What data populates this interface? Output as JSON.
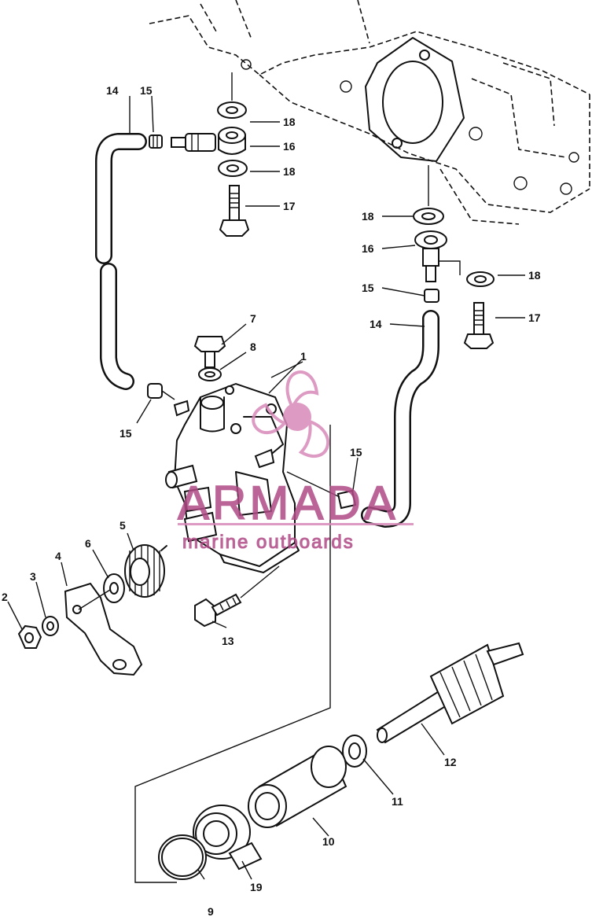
{
  "callouts": [
    {
      "id": "c1",
      "label": "1"
    },
    {
      "id": "c2",
      "label": "2"
    },
    {
      "id": "c3",
      "label": "3"
    },
    {
      "id": "c4",
      "label": "4"
    },
    {
      "id": "c5",
      "label": "5"
    },
    {
      "id": "c6",
      "label": "6"
    },
    {
      "id": "c7",
      "label": "7"
    },
    {
      "id": "c8",
      "label": "8"
    },
    {
      "id": "c9",
      "label": "9"
    },
    {
      "id": "c10",
      "label": "10"
    },
    {
      "id": "c11",
      "label": "11"
    },
    {
      "id": "c12",
      "label": "12"
    },
    {
      "id": "c13",
      "label": "13"
    },
    {
      "id": "c14a",
      "label": "14"
    },
    {
      "id": "c14b",
      "label": "14"
    },
    {
      "id": "c15a",
      "label": "15"
    },
    {
      "id": "c15b",
      "label": "15"
    },
    {
      "id": "c15c",
      "label": "15"
    },
    {
      "id": "c15d",
      "label": "15"
    },
    {
      "id": "c16a",
      "label": "16"
    },
    {
      "id": "c16b",
      "label": "16"
    },
    {
      "id": "c17a",
      "label": "17"
    },
    {
      "id": "c17b",
      "label": "17"
    },
    {
      "id": "c18a",
      "label": "18"
    },
    {
      "id": "c18b",
      "label": "18"
    },
    {
      "id": "c18c",
      "label": "18"
    },
    {
      "id": "c18d",
      "label": "18"
    },
    {
      "id": "c19",
      "label": "19"
    }
  ],
  "watermark": {
    "brand": "ARMADA",
    "tagline": "marine outboards",
    "color": "#b04a86",
    "icon": "propeller-logo-icon"
  }
}
